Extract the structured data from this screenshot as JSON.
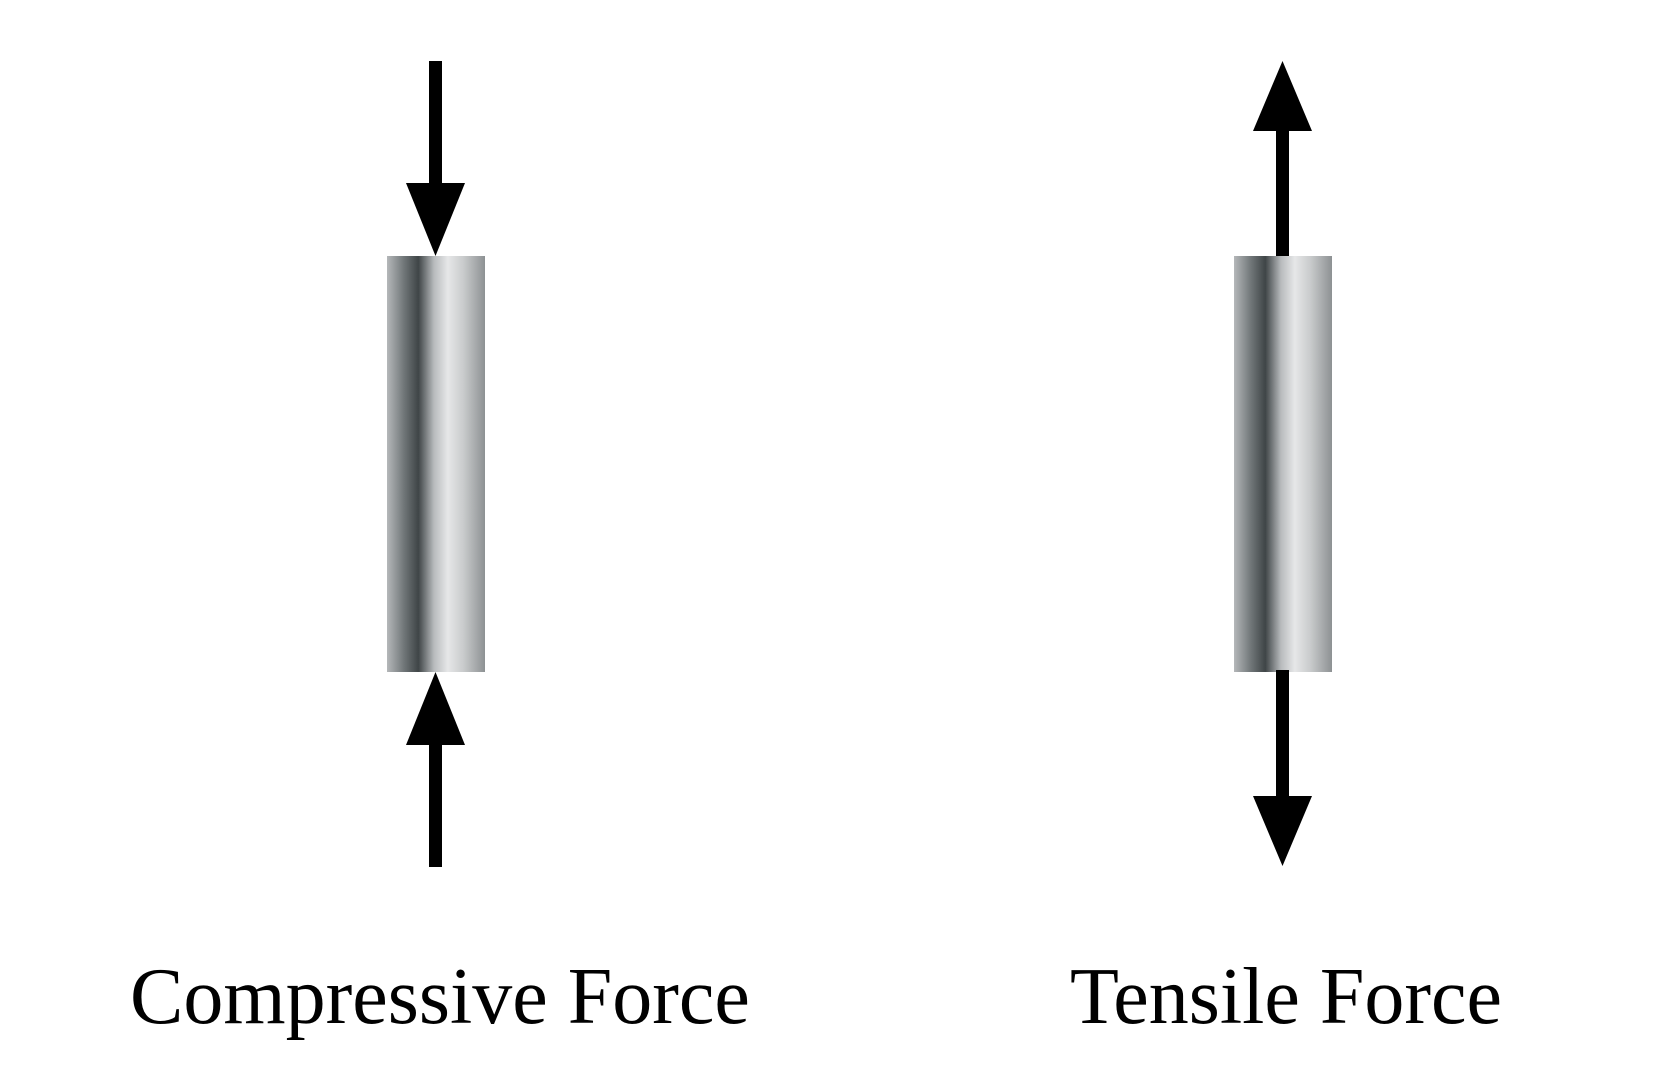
{
  "panels": [
    {
      "label": "Compressive Force",
      "force_direction": "inward",
      "arrow_icons": [
        "arrow-down-icon",
        "arrow-up-icon"
      ]
    },
    {
      "label": "Tensile Force",
      "force_direction": "outward",
      "arrow_icons": [
        "arrow-up-icon",
        "arrow-down-icon"
      ]
    }
  ],
  "colors": {
    "background": "#ffffff",
    "arrow": "#000000",
    "rod_dark": "#3f4547",
    "rod_mid": "#9fa3a5",
    "rod_light": "#e6e7e8",
    "text": "#000000"
  }
}
